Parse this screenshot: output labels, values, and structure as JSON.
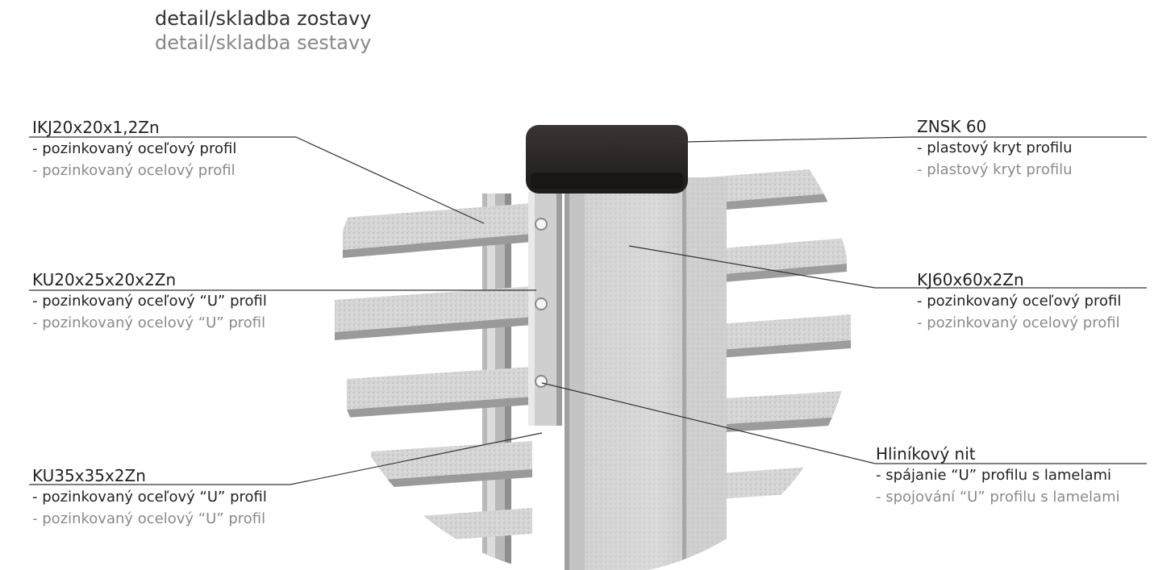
{
  "title": {
    "primary": "detail/skladba zostavy",
    "secondary": "detail/skladba sestavy"
  },
  "callouts": {
    "ikj": {
      "code": "IKJ20x20x1,2Zn",
      "line1": "- pozinkovaný oceľový profil",
      "line2": "- pozinkovaný ocelový profil"
    },
    "ku20": {
      "code": "KU20x25x20x2Zn",
      "line1": "- pozinkovaný oceľový “U” profil",
      "line2": "- pozinkovaný ocelový “U” profil"
    },
    "ku35": {
      "code": "KU35x35x2Zn",
      "line1": "- pozinkovaný oceľový “U” profil",
      "line2": "- pozinkovaný ocelový “U” profil"
    },
    "znsk": {
      "code": "ZNSK 60",
      "line1": "- plastový kryt profilu",
      "line2": "- plastový kryt profilu"
    },
    "kj60": {
      "code": "KJ60x60x2Zn",
      "line1": "- pozinkovaný oceľový profil",
      "line2": "- pozinkovaný ocelový profil"
    },
    "nit": {
      "code": "Hliníkový nit",
      "line1": "- spájanie “U” profilu s lamelami",
      "line2": "- spojování “U” profilu s lamelami"
    }
  },
  "colors": {
    "steel_light": "#d9d9d9",
    "steel_mid": "#bdbdbd",
    "steel_dark": "#8f8f8f",
    "cap": "#2b2626",
    "leader": "#333333"
  }
}
